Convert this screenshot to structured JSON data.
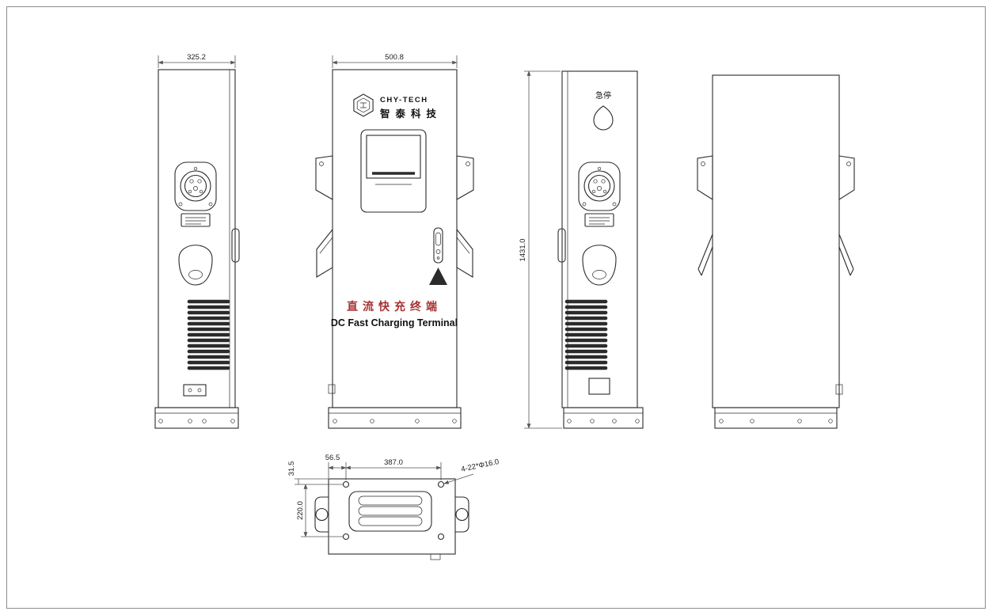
{
  "page": {
    "background": "#ffffff",
    "border_color": "#8c8c8c"
  },
  "drawing": {
    "colors": {
      "line": "#2b2b2b",
      "dim": "#555555",
      "title_cn": "#a63232"
    },
    "brand": {
      "name": "CHY-TECH",
      "name_cn": "智泰科技"
    },
    "labels": {
      "emergency_stop": "急停",
      "title_cn": "直流快充终端",
      "title_en": "DC Fast Charging Terminal"
    },
    "dimensions": {
      "side_width": "325.2",
      "front_width": "500.8",
      "overall_height": "1431.0",
      "base_hole_span": "387.0",
      "base_hole_offset": "56.5",
      "base_hole_edge": "31.5",
      "base_hole_depth": "220.0",
      "mounting_holes": "4-22*Φ16.0"
    }
  }
}
